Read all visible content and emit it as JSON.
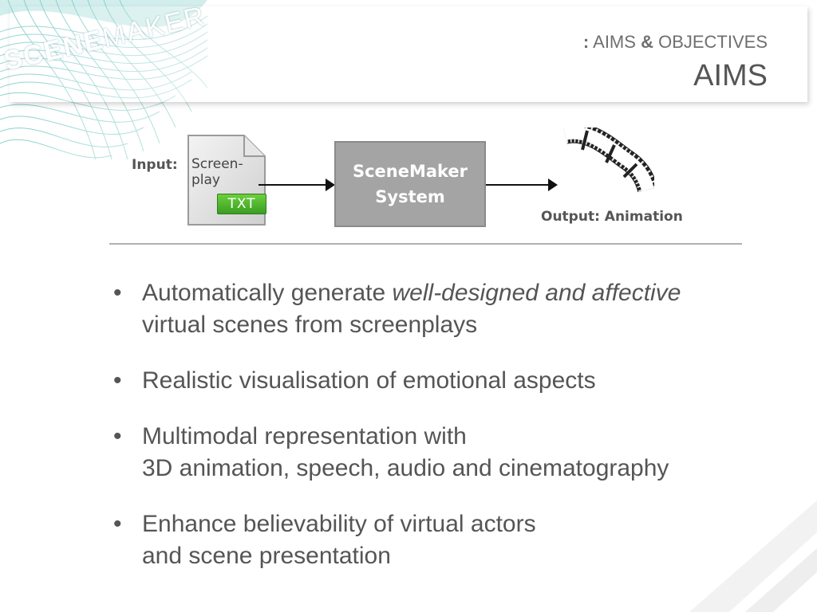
{
  "header": {
    "logo_bold": "SCENE",
    "logo_light": "MAKER",
    "subtitle_prefix": ":",
    "subtitle_part1": "AIMS",
    "subtitle_amp": "&",
    "subtitle_part2": "OBJECTIVES",
    "title": "AIMS"
  },
  "diagram": {
    "input_label": "Input:",
    "doc_line1": "Screen-",
    "doc_line2": "play",
    "doc_badge": "TXT",
    "system_line1": "SceneMaker",
    "system_line2": "System",
    "output_label": "Output: Animation"
  },
  "bullets": [
    {
      "bullet": "•",
      "line1_plain": "Automatically generate ",
      "line1_italic": "well-designed and affective",
      "line2": "virtual scenes from screenplays"
    },
    {
      "bullet": "•",
      "line1": "Realistic visualisation of emotional aspects"
    },
    {
      "bullet": "•",
      "line1": "Multimodal representation with",
      "line2": "3D animation, speech, audio and cinematography"
    },
    {
      "bullet": "•",
      "line1": "Enhance believability of virtual actors",
      "line2": "and scene presentation"
    }
  ],
  "colors": {
    "accent_teal": "#4fb3b0",
    "system_box": "#a4a4a4",
    "txt_badge": "#4fb52c",
    "body_text": "#555555"
  }
}
